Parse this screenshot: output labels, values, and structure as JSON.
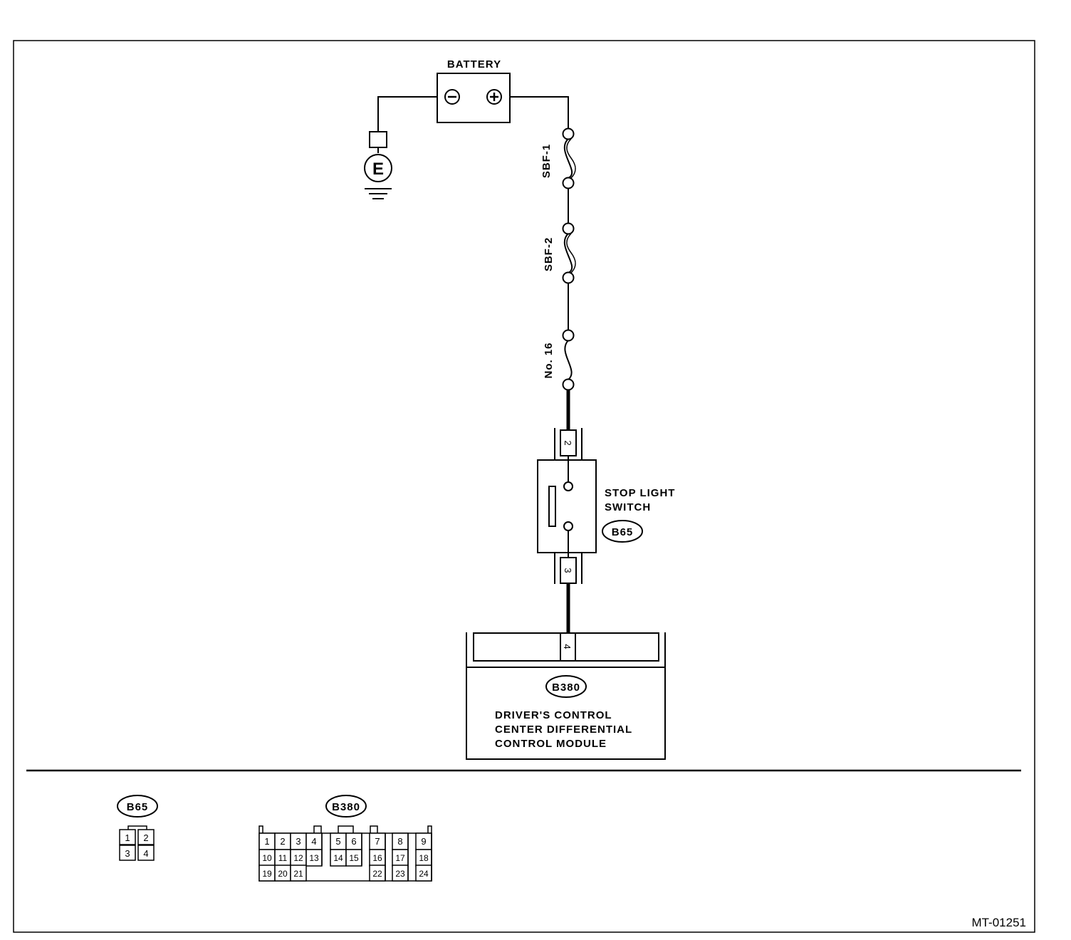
{
  "battery": {
    "label": "BATTERY",
    "neg_symbol": "−",
    "pos_symbol": "+"
  },
  "ground": {
    "label": "E"
  },
  "fuses": {
    "sbf1": "SBF-1",
    "sbf2": "SBF-2",
    "no16": "No. 16"
  },
  "stop_light_switch": {
    "label_line1": "STOP LIGHT",
    "label_line2": "SWITCH",
    "connector": "B65",
    "pin_in": "2",
    "pin_out": "3"
  },
  "control_module": {
    "connector": "B380",
    "pin": "4",
    "label_line1": "DRIVER'S CONTROL",
    "label_line2": "CENTER DIFFERENTIAL",
    "label_line3": "CONTROL MODULE"
  },
  "connector_views": {
    "b65": {
      "label": "B65",
      "pins": [
        "1",
        "2",
        "3",
        "4"
      ]
    },
    "b380": {
      "label": "B380",
      "pins": [
        "1",
        "2",
        "3",
        "4",
        "5",
        "6",
        "7",
        "8",
        "9",
        "10",
        "11",
        "12",
        "13",
        "14",
        "15",
        "16",
        "17",
        "18",
        "19",
        "20",
        "21",
        "22",
        "23",
        "24"
      ]
    }
  },
  "figure_id": "MT-01251"
}
